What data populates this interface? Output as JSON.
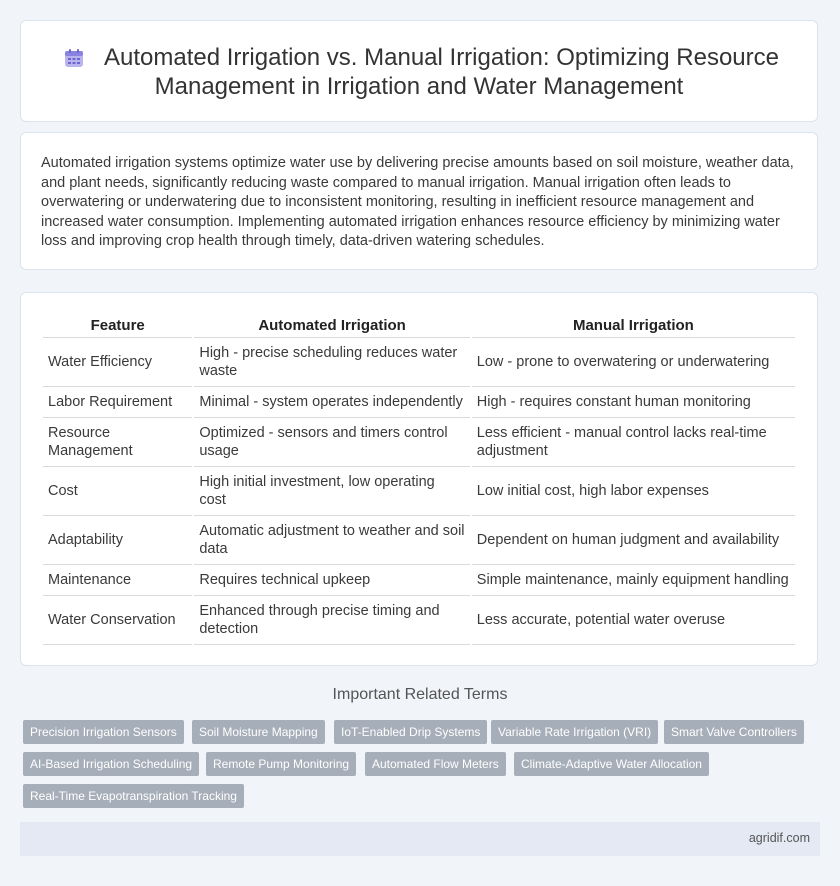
{
  "header": {
    "icon": "calendar-icon",
    "title_line1": "Automated Irrigation vs. Manual Irrigation: Optimizing Resource",
    "title_line2": "Management in Irrigation and Water Management"
  },
  "summary": "Automated irrigation systems optimize water use by delivering precise amounts based on soil moisture, weather data, and plant needs, significantly reducing waste compared to manual irrigation. Manual irrigation often leads to overwatering or underwatering due to inconsistent monitoring, resulting in inefficient resource management and increased water consumption. Implementing automated irrigation enhances resource efficiency by minimizing water loss and improving crop health through timely, data-driven watering schedules.",
  "table": {
    "headers": [
      "Feature",
      "Automated Irrigation",
      "Manual Irrigation"
    ],
    "rows": [
      [
        "Water Efficiency",
        "High - precise scheduling reduces water waste",
        "Low - prone to overwatering or underwatering"
      ],
      [
        "Labor Requirement",
        "Minimal - system operates independently",
        "High - requires constant human monitoring"
      ],
      [
        "Resource Management",
        "Optimized - sensors and timers control usage",
        "Less efficient - manual control lacks real-time adjustment"
      ],
      [
        "Cost",
        "High initial investment, low operating cost",
        "Low initial cost, high labor expenses"
      ],
      [
        "Adaptability",
        "Automatic adjustment to weather and soil data",
        "Dependent on human judgment and availability"
      ],
      [
        "Maintenance",
        "Requires technical upkeep",
        "Simple maintenance, mainly equipment handling"
      ],
      [
        "Water Conservation",
        "Enhanced through precise timing and detection",
        "Less accurate, potential water overuse"
      ]
    ]
  },
  "related": {
    "title": "Important Related Terms",
    "tags": [
      "Precision Irrigation Sensors",
      "Soil Moisture Mapping",
      "IoT-Enabled Drip Systems",
      "Variable Rate Irrigation (VRI)",
      "Smart Valve Controllers",
      "AI-Based Irrigation Scheduling",
      "Remote Pump Monitoring",
      "Automated Flow Meters",
      "Climate-Adaptive Water Allocation",
      "Real-Time Evapotranspiration Tracking"
    ]
  },
  "footer": {
    "site": "agridif.com"
  },
  "colors": {
    "tag_bg": "#a6aeb9",
    "page_bg": "#f1f4f9",
    "footer_bg": "#e4e9f3"
  }
}
